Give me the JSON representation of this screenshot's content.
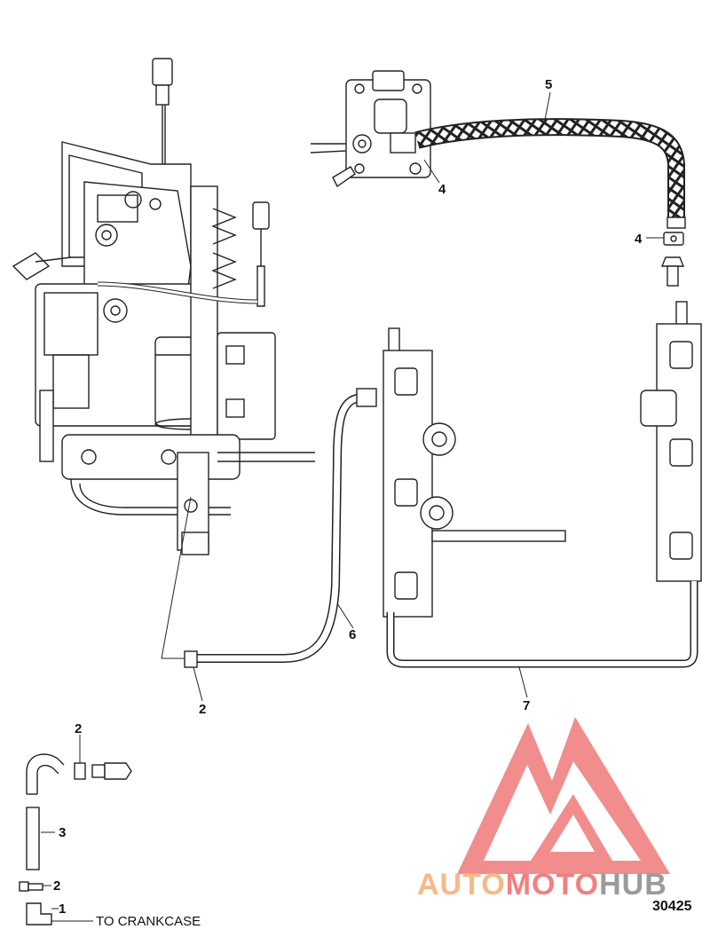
{
  "callouts": {
    "c1": "1",
    "c2a": "2",
    "c2b": "2",
    "c2c": "2",
    "c3": "3",
    "c4a": "4",
    "c4b": "4",
    "c5": "5",
    "c6": "6",
    "c7": "7"
  },
  "labels": {
    "to_crankcase": "TO CRANKCASE",
    "figure_number": "30425"
  },
  "watermark": {
    "part1": "AUTO",
    "part2": "MOTO",
    "part3": "HUB",
    "colors": {
      "orange": "#f7b98a",
      "red": "#f08080",
      "gray": "#9a9a9a",
      "logo": "#f07a7a"
    }
  }
}
